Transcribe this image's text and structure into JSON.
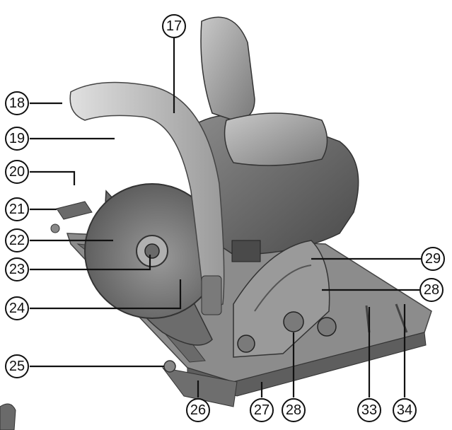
{
  "callouts": {
    "c17": "17",
    "c18": "18",
    "c19": "19",
    "c20": "20",
    "c21": "21",
    "c22": "22",
    "c23": "23",
    "c24": "24",
    "c25": "25",
    "c26": "26",
    "c27": "27",
    "c28a": "28",
    "c28b": "28",
    "c29": "29",
    "c33": "33",
    "c34": "34"
  }
}
